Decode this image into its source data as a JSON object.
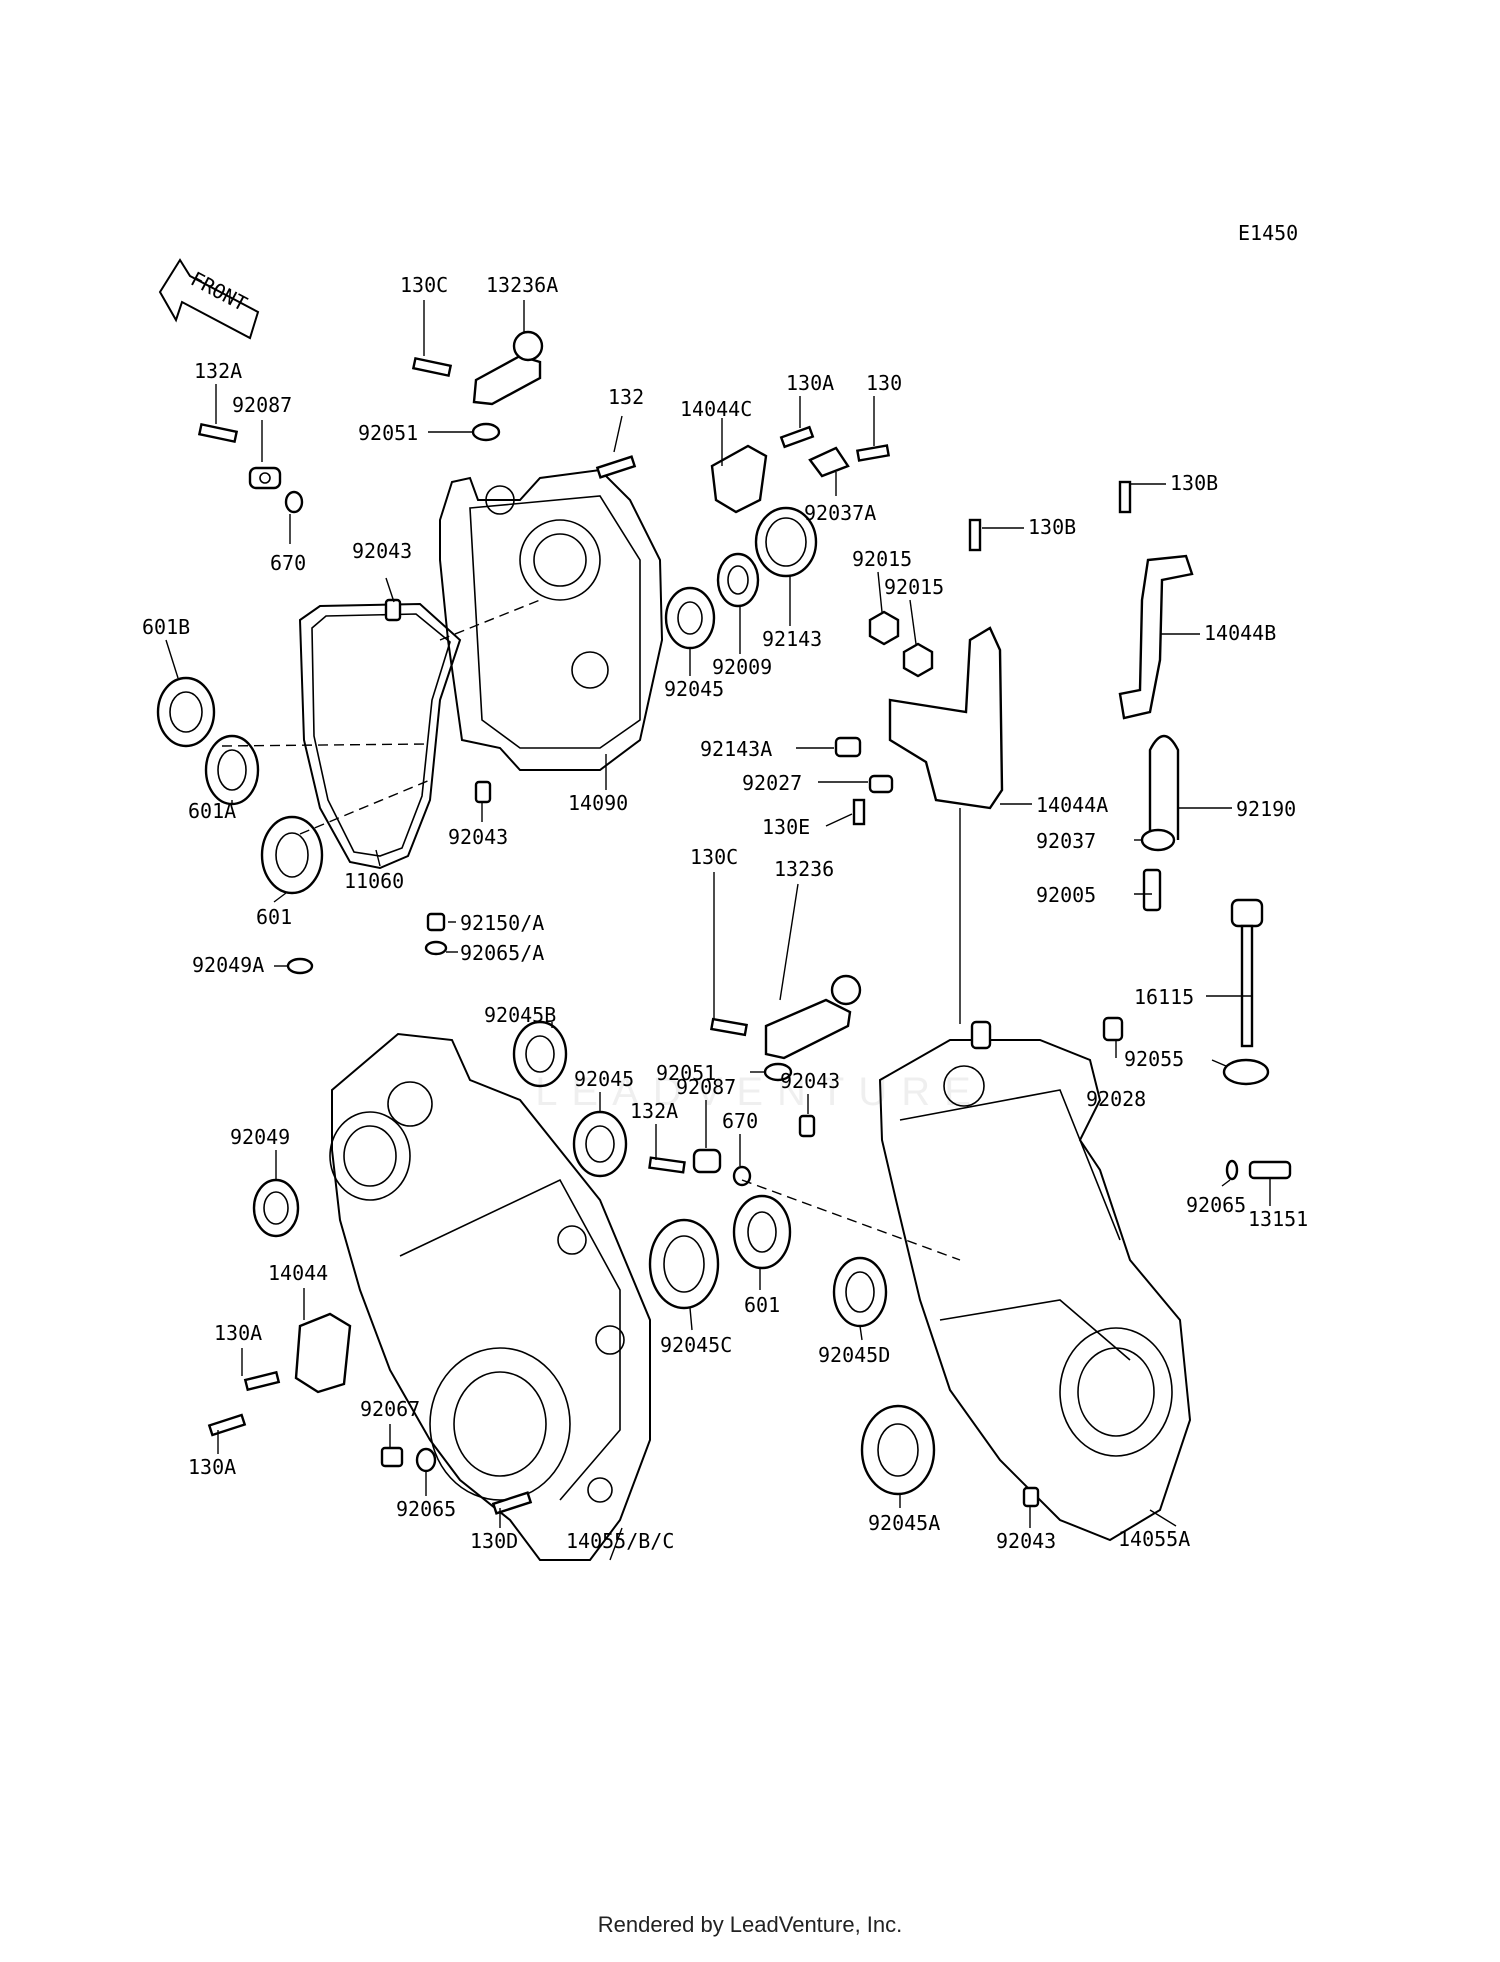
{
  "diagram_code": "E1450",
  "front_arrow_label": "FRONT",
  "watermark": "LEADVENTURE",
  "footer": "Rendered by LeadVenture, Inc.",
  "labels": {
    "l_13236A": "13236A",
    "l_130C_top": "130C",
    "l_132A_top": "132A",
    "l_92087_top": "92087",
    "l_132": "132",
    "l_92051_top": "92051",
    "l_14044C": "14044C",
    "l_130A_top": "130A",
    "l_130": "130",
    "l_130B_1": "130B",
    "l_130B_2": "130B",
    "l_92037A": "92037A",
    "l_670_top": "670",
    "l_92043_top": "92043",
    "l_92015_1": "92015",
    "l_92015_2": "92015",
    "l_92143": "92143",
    "l_14044B": "14044B",
    "l_601B": "601B",
    "l_92009": "92009",
    "l_92045_top": "92045",
    "l_92143A": "92143A",
    "l_92027": "92027",
    "l_601A": "601A",
    "l_14090": "14090",
    "l_14044A": "14044A",
    "l_92190": "92190",
    "l_130E": "130E",
    "l_92043_mid": "92043",
    "l_92037": "92037",
    "l_601_left": "601",
    "l_11060": "11060",
    "l_130C_mid": "130C",
    "l_13236": "13236",
    "l_92005": "92005",
    "l_92150A": "92150/A",
    "l_92065A": "92065/A",
    "l_92049A": "92049A",
    "l_16115": "16115",
    "l_92051_mid": "92051",
    "l_92045B": "92045B",
    "l_92055": "92055",
    "l_92045_mid": "92045",
    "l_92087_mid": "92087",
    "l_92043_right": "92043",
    "l_92028": "92028",
    "l_92049": "92049",
    "l_132A_mid": "132A",
    "l_670_mid": "670",
    "l_92065_right": "92065",
    "l_13151": "13151",
    "l_14044": "14044",
    "l_601_mid": "601",
    "l_92045C": "92045C",
    "l_92045D": "92045D",
    "l_130A_left": "130A",
    "l_92067": "92067",
    "l_130A_bottom": "130A",
    "l_92065_bottom": "92065",
    "l_92045A": "92045A",
    "l_130D": "130D",
    "l_14055BC": "14055/B/C",
    "l_92043_bottom": "92043",
    "l_14055A": "14055A"
  }
}
